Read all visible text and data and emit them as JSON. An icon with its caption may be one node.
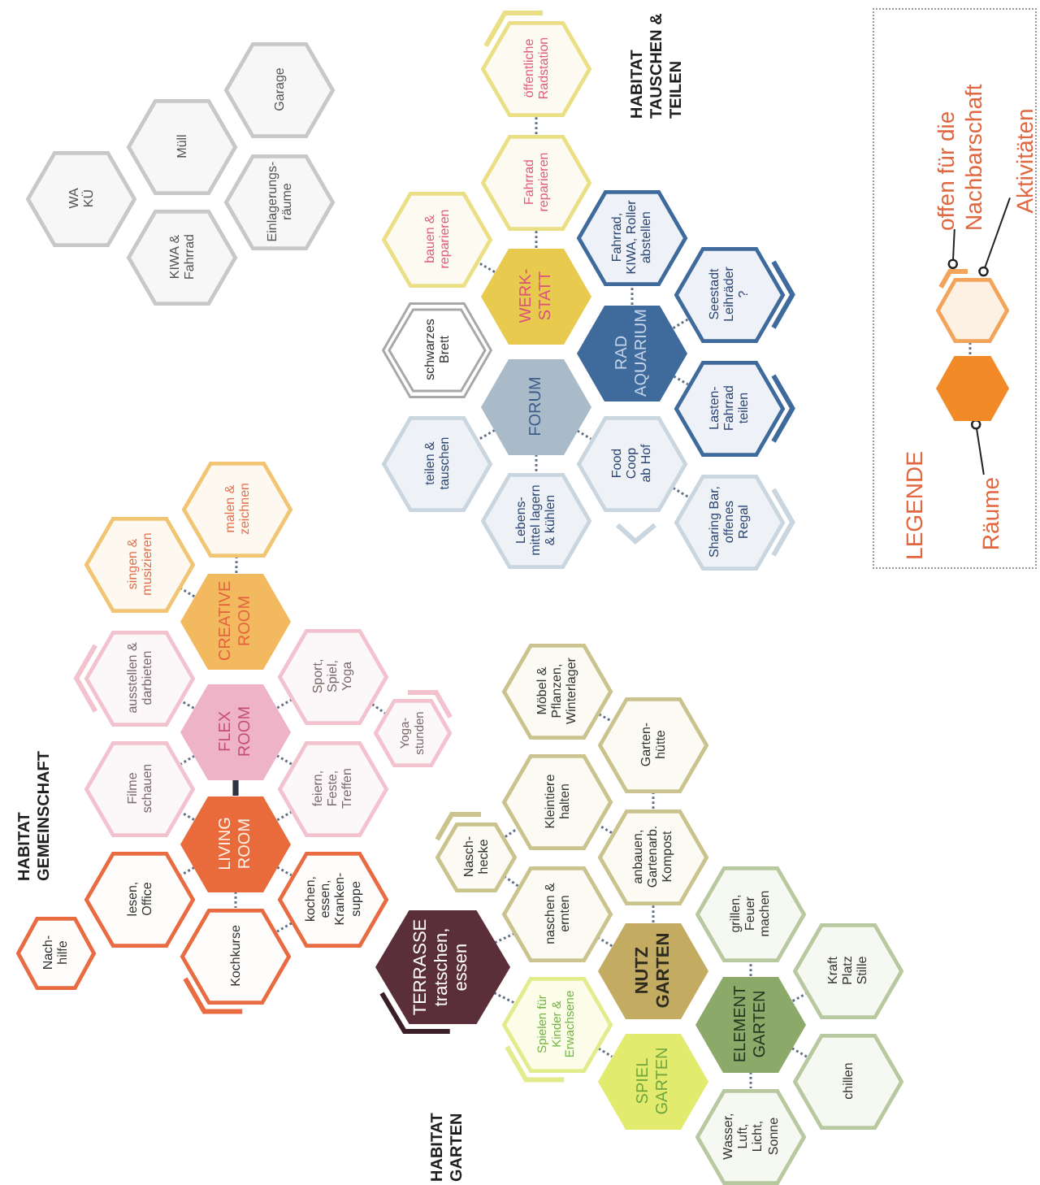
{
  "diagram": {
    "nodes": [
      {
        "text": [
          "WA KÜ"
        ]
      },
      {
        "text": [
          "Müll"
        ]
      },
      {
        "text": [
          "KIWA & Fahrrad"
        ]
      },
      {
        "text": [
          "Garage"
        ]
      },
      {
        "text": [
          "Einlagerungs- räume"
        ]
      },
      {
        "text": [
          "öffentliche Radstation"
        ]
      },
      {
        "text": [
          "Fahrrad reparieren"
        ]
      },
      {
        "text": [
          "bauen & reparieren"
        ]
      },
      {
        "text": [
          "WERK- STATT"
        ]
      },
      {
        "text": [
          "Fahrrad, KIWA, Roller abstellen"
        ]
      },
      {
        "text": [
          "schwarzes Brett"
        ]
      },
      {
        "text": [
          "RAD AQUARIUM"
        ]
      },
      {
        "text": [
          "Seestadt Leihräder ?"
        ]
      },
      {
        "text": [
          "FORUM"
        ]
      },
      {
        "text": [
          "teilen & tauschen"
        ]
      },
      {
        "text": [
          "Food Coop ab Hof"
        ]
      },
      {
        "text": [
          "Lasten- Fahrrad teilen"
        ]
      },
      {
        "text": [
          "Lebens- mittel lagern & kühlen"
        ]
      },
      {
        "text": [
          "Sharing Bar, offenes Regal"
        ]
      },
      {
        "text": [
          "LEGENDE"
        ]
      },
      {
        "text": [
          "offen für die Nachbarschaft"
        ],
        "in": 19
      },
      {
        "text": [
          "Aktivitäten"
        ],
        "in": 19
      },
      {
        "text": [],
        "shape": "bracket",
        "in": 19
      },
      {
        "text": [],
        "shape": "hexagon",
        "in": 19
      },
      {
        "text": [],
        "shape": "hexagon",
        "in": 19
      },
      {
        "text": [
          "Räume"
        ],
        "in": 19
      },
      {
        "text": [
          "malen & zeichnen"
        ]
      },
      {
        "text": [
          "singen & musizieren"
        ]
      },
      {
        "text": [
          "CREATIVE ROOM"
        ]
      },
      {
        "text": [
          "ausstellen & darbieten"
        ]
      },
      {
        "text": [
          "Sport, Spiel, Yoga"
        ]
      },
      {
        "text": [
          "FLEX ROOM"
        ]
      },
      {
        "text": [
          "Yoga- stunden"
        ]
      },
      {
        "text": [
          "Filme schauen"
        ]
      },
      {
        "text": [
          "feiern, Feste, Treffen"
        ]
      },
      {
        "text": [
          "LIVING ROOM"
        ]
      },
      {
        "text": [
          "lesen, Office"
        ]
      },
      {
        "text": [
          "kochen, essen, Kranken- suppe"
        ]
      },
      {
        "text": [
          "Nach- hilfe"
        ]
      },
      {
        "text": [
          "Kochkurse"
        ]
      },
      {
        "text": [
          "Möbel & Pflanzen, Winterlager"
        ]
      },
      {
        "text": [
          "Garten- hütte"
        ]
      },
      {
        "text": [
          "Kleintiere halten"
        ]
      },
      {
        "text": [
          "Nasch- hecke"
        ]
      },
      {
        "text": [
          "anbauen, Gartenarb. Kompost"
        ]
      },
      {
        "text": [
          "naschen & ernten"
        ]
      },
      {
        "text": [
          "grillen, Feuer machen"
        ]
      },
      {
        "text": [
          "TERRASSE",
          "tratschen, essen"
        ]
      },
      {
        "text": [
          "NUTZ GARTEN"
        ]
      },
      {
        "text": [
          "Kraft Platz Stille"
        ]
      },
      {
        "text": [
          "Spielen für Kinder & Erwachsene"
        ]
      },
      {
        "text": [
          "ELEMENT GARTEN"
        ]
      },
      {
        "text": [
          "SPIEL GARTEN"
        ]
      },
      {
        "text": [
          "chillen"
        ]
      },
      {
        "text": [
          "Wasser, Luft, Licht, Sonne"
        ]
      }
    ],
    "edges": [
      {
        "from": 8,
        "to": 7,
        "arrow": "none",
        "style": "dashed"
      },
      {
        "from": 8,
        "to": 6,
        "arrow": "none",
        "style": "dashed"
      },
      {
        "from": 6,
        "to": 5,
        "arrow": "none",
        "style": "dashed"
      },
      {
        "from": 11,
        "to": 9,
        "arrow": "none",
        "style": "dashed"
      },
      {
        "from": 11,
        "to": 12,
        "arrow": "none",
        "style": "dashed"
      },
      {
        "from": 11,
        "to": 16,
        "arrow": "none",
        "style": "dashed"
      },
      {
        "from": 13,
        "to": 14,
        "arrow": "none",
        "style": "dashed"
      },
      {
        "from": 13,
        "to": 17,
        "arrow": "none",
        "style": "dashed"
      },
      {
        "from": 13,
        "to": 15,
        "arrow": "none",
        "style": "dashed"
      },
      {
        "from": 15,
        "to": 18,
        "arrow": "none",
        "style": "dashed"
      },
      {
        "from": 24,
        "to": 23,
        "arrow": "none",
        "style": "dashed"
      },
      {
        "from": 20,
        "to": 22,
        "arrow": "other",
        "color": "#222222"
      },
      {
        "from": 21,
        "to": 23,
        "arrow": "other",
        "color": "#222222"
      },
      {
        "from": 25,
        "to": 24,
        "arrow": "other",
        "color": "#222222"
      },
      {
        "from": 28,
        "to": 26,
        "arrow": "none",
        "style": "dashed"
      },
      {
        "from": 28,
        "to": 27,
        "arrow": "none",
        "style": "dashed"
      },
      {
        "from": 31,
        "to": 29,
        "arrow": "none",
        "style": "dashed"
      },
      {
        "from": 31,
        "to": 30,
        "arrow": "none",
        "style": "dashed"
      },
      {
        "from": 30,
        "to": 32,
        "arrow": "none",
        "style": "dashed"
      },
      {
        "from": 31,
        "to": 33,
        "arrow": "none",
        "style": "dashed"
      },
      {
        "from": 31,
        "to": 34,
        "arrow": "none",
        "style": "dashed"
      },
      {
        "from": 31,
        "to": 35,
        "arrow": "none",
        "style": "thick",
        "color": "#2e3440"
      },
      {
        "from": 35,
        "to": 33,
        "arrow": "none",
        "style": "dashed"
      },
      {
        "from": 35,
        "to": 34,
        "arrow": "none",
        "style": "dashed"
      },
      {
        "from": 35,
        "to": 36,
        "arrow": "none",
        "style": "dashed"
      },
      {
        "from": 35,
        "to": 37,
        "arrow": "none",
        "style": "dashed"
      },
      {
        "from": 35,
        "to": 39,
        "arrow": "none",
        "style": "dashed"
      },
      {
        "from": 39,
        "to": 37,
        "arrow": "none",
        "style": "dashed"
      },
      {
        "from": 47,
        "to": 45,
        "arrow": "none",
        "style": "dashed"
      },
      {
        "from": 47,
        "to": 50,
        "arrow": "none",
        "style": "dashed"
      },
      {
        "from": 48,
        "to": 45,
        "arrow": "none",
        "style": "dashed"
      },
      {
        "from": 48,
        "to": 44,
        "arrow": "none",
        "style": "dashed"
      },
      {
        "from": 44,
        "to": 41,
        "arrow": "none",
        "style": "dashed"
      },
      {
        "from": 44,
        "to": 42,
        "arrow": "none",
        "style": "dashed"
      },
      {
        "from": 40,
        "to": 41,
        "arrow": "none",
        "style": "dashed"
      },
      {
        "from": 45,
        "to": 43,
        "arrow": "none",
        "style": "dashed"
      },
      {
        "from": 43,
        "to": 42,
        "arrow": "none",
        "style": "dashed"
      },
      {
        "from": 50,
        "to": 52,
        "arrow": "none",
        "style": "dashed"
      },
      {
        "from": 51,
        "to": 46,
        "arrow": "none",
        "style": "dashed"
      },
      {
        "from": 51,
        "to": 49,
        "arrow": "none",
        "style": "dashed"
      },
      {
        "from": 51,
        "to": 53,
        "arrow": "none",
        "style": "dashed"
      },
      {
        "from": 51,
        "to": 54,
        "arrow": "none",
        "style": "dashed"
      }
    ],
    "labels": [
      "HABITAT TAUSCHEN & TEILEN",
      "HABITAT GEMEINSCHAFT",
      "HABITAT GARTEN"
    ]
  }
}
